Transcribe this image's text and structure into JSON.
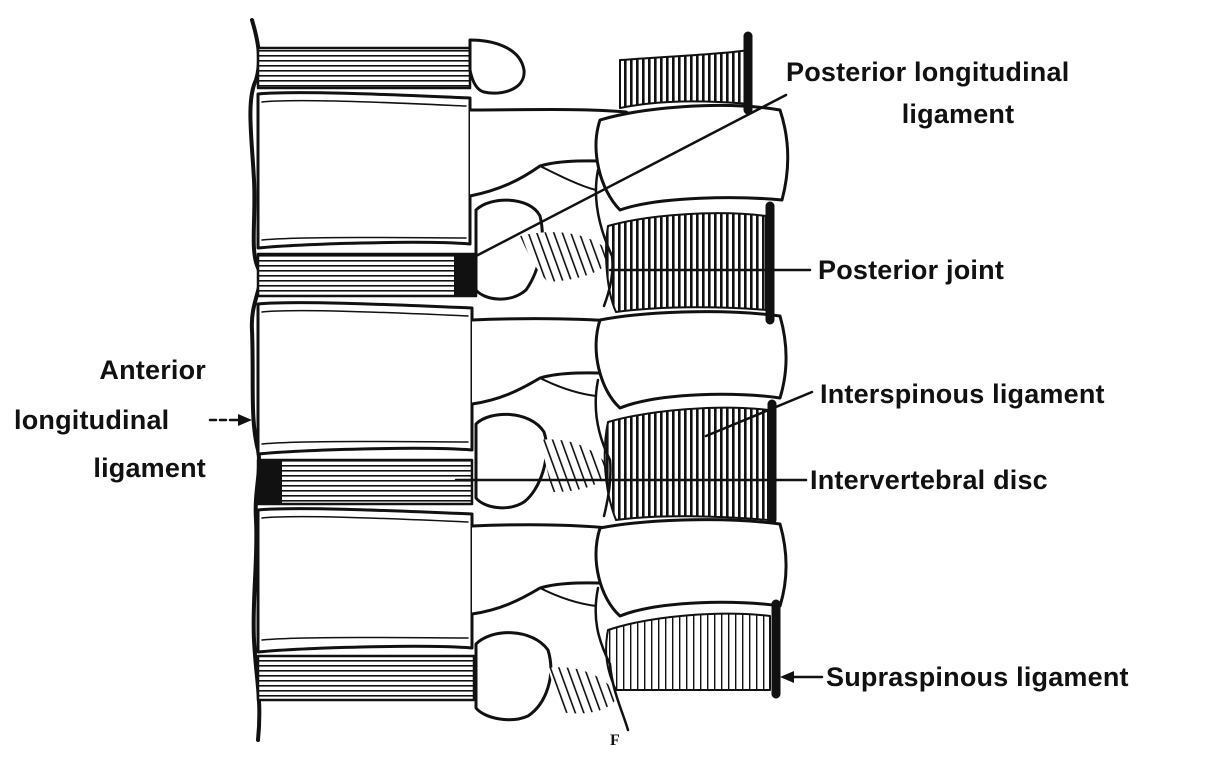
{
  "colors": {
    "ink": "#111111",
    "paper": "#ffffff"
  },
  "labels": {
    "posterior_longitudinal_ligament": {
      "line1": "Posterior longitudinal",
      "line2": "ligament"
    },
    "posterior_joint": "Posterior joint",
    "anterior_longitudinal_ligament": {
      "line1": "Anterior",
      "line2": "longitudinal",
      "line3": "ligament"
    },
    "interspinous_ligament": "Interspinous ligament",
    "intervertebral_disc": "Intervertebral disc",
    "supraspinous_ligament": "Supraspinous ligament"
  },
  "artist_mark": "F"
}
